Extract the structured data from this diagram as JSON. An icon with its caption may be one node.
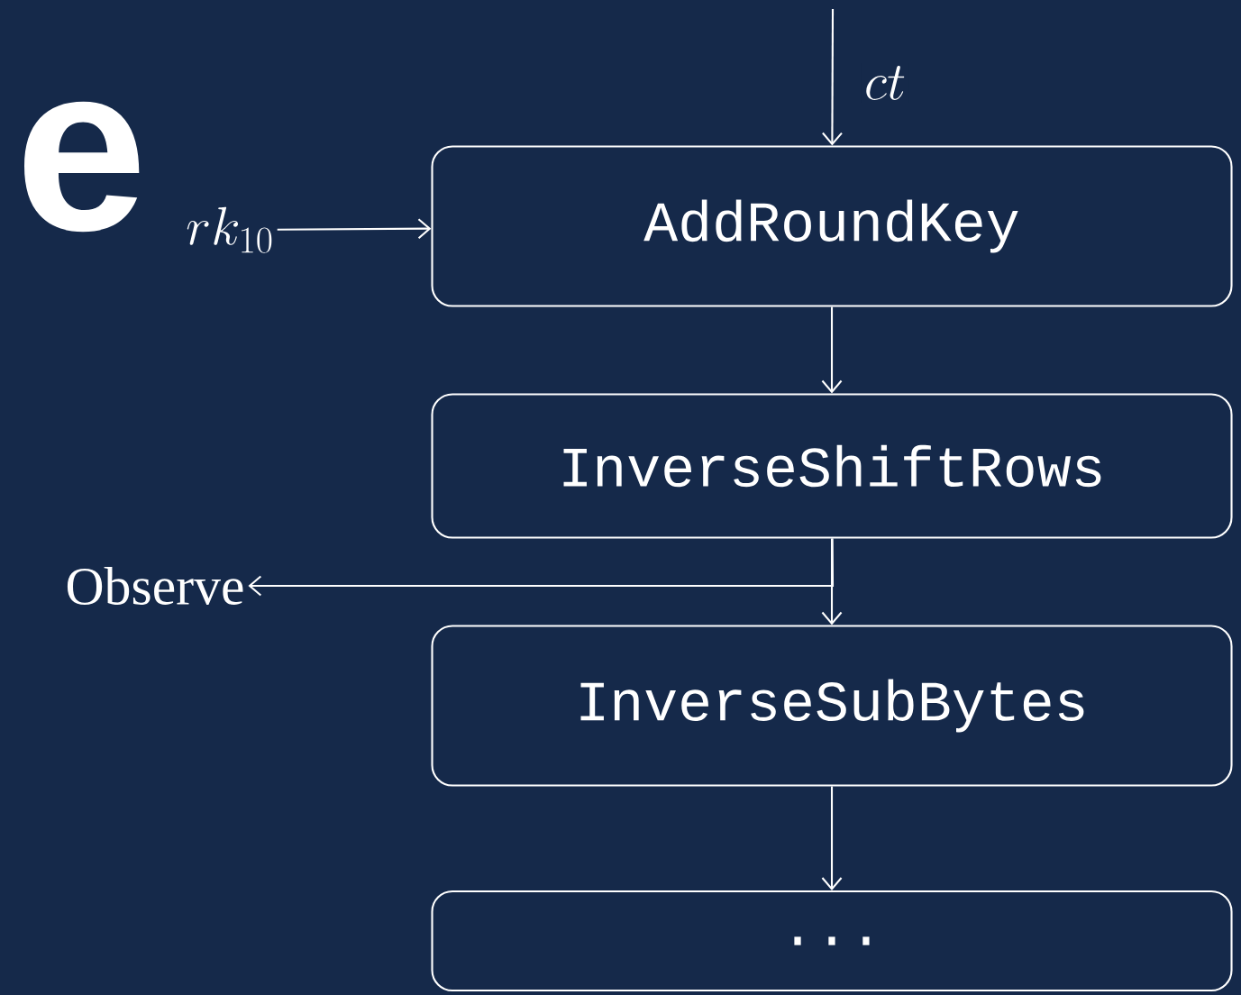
{
  "diagram": {
    "nodes": [
      {
        "text": [
          "rk_{10}"
        ]
      },
      {
        "text": [
          "AddRoundKey"
        ]
      },
      {
        "text": [
          "InverseShiftRows"
        ]
      },
      {
        "text": [
          "InverseSubBytes"
        ]
      },
      {
        "text": [
          "..."
        ]
      },
      {
        "text": [
          "Observe"
        ]
      }
    ],
    "edges": [
      {
        "from": null,
        "to": 1,
        "arrow": "to",
        "label": "ct"
      },
      {
        "from": 0,
        "to": 1,
        "arrow": "to"
      },
      {
        "from": 1,
        "to": 2,
        "arrow": "to"
      },
      {
        "from": 2,
        "to": 3,
        "arrow": "to"
      },
      {
        "from": 2,
        "to": 5,
        "arrow": "to"
      },
      {
        "from": 3,
        "to": 4,
        "arrow": "to"
      }
    ],
    "labels": [
      "e"
    ]
  }
}
